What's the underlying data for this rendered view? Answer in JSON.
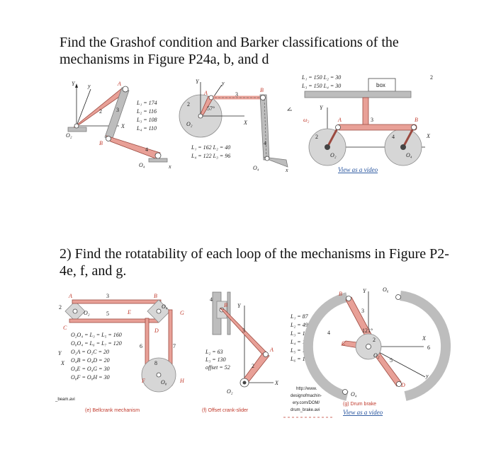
{
  "question1": "Find the Grashof condition and Barker classifications of the mechanisms in Figure P24a, b, and d",
  "question2": "2) Find the rotatability of each loop of the mechanisms in Figure P2-4e, f, and g.",
  "fig_a": {
    "specs": [
      "L₁ = 174",
      "L₂ = 116",
      "L₃ = 108",
      "L₄ = 110"
    ],
    "labels": {
      "O2": "O₂",
      "O4": "O₄",
      "A": "A",
      "B": "B",
      "X": "X",
      "Y": "Y",
      "y": "y",
      "x": "x",
      "n2": "2",
      "n3": "3",
      "n4": "4"
    }
  },
  "fig_b": {
    "specs": [
      "L₁ = 162  L₂ = 40",
      "L₄ = 122  L₃ = 96"
    ],
    "angle": "57°",
    "labels": {
      "O2": "O₂",
      "O4": "O₄",
      "A": "A",
      "B": "B",
      "X": "X",
      "Y": "Y",
      "y": "y",
      "x": "x",
      "n2": "2",
      "n3": "3",
      "n4": "4"
    }
  },
  "fig_d": {
    "specs": [
      "L₁ = 150  L₂ = 30",
      "L₃ = 150  L₄ = 30"
    ],
    "box": "box",
    "omega": "ω₂",
    "page_num": "2",
    "video_link": "View as a video",
    "labels": {
      "O2": "O₂",
      "O4": "O₄",
      "A": "A",
      "B": "B",
      "X": "X",
      "Y": "Y",
      "n2": "2",
      "n3": "3",
      "n4": "4"
    }
  },
  "fig_e": {
    "specs": [
      "O₂O₄ = L₃ = L₅ = 160",
      "O₈O₄ = L₆ = L₇ = 120",
      "O₂A = O₂C = 20",
      "O₄B = O₄D = 20",
      "O₄E = O₄G = 30",
      "O₈F = O₈H = 30"
    ],
    "caption": "(e)  Bellcrank mechanism",
    "file": "_beam.avi",
    "labels": {
      "O2": "O₂",
      "O4": "O₄",
      "O8": "O₈",
      "A": "A",
      "B": "B",
      "C": "C",
      "D": "D",
      "E": "E",
      "F": "F",
      "G": "G",
      "H": "H",
      "X": "X",
      "Y": "Y",
      "n2": "2",
      "n3": "3",
      "n5": "5",
      "n6": "6",
      "n7": "7",
      "n8": "8"
    }
  },
  "fig_f": {
    "specs": [
      "L₂ = 63",
      "L₃ = 130",
      "offset = 52"
    ],
    "caption": "(f)  Offset crank-slider",
    "labels": {
      "O2": "O₂",
      "A": "A",
      "B": "B",
      "X": "X",
      "Y": "Y",
      "n2": "2",
      "n3": "3",
      "n4": "4"
    }
  },
  "fig_g": {
    "specs": [
      "L₁ = 87",
      "L₂ = 49",
      "L₃ = 100",
      "L₄ = 153",
      "L₅ = 100",
      "L₆ = 153"
    ],
    "angle": "121°",
    "url_lines": [
      "http://www.",
      "designofmachin-",
      "ery.com/DOM/",
      "drum_brake.avi"
    ],
    "caption": "(g)  Drum brake",
    "video_link": "View as a video",
    "labels": {
      "O2": "O₂",
      "O4": "O₄",
      "O6": "O₆",
      "B": "B",
      "C": "C",
      "D": "D",
      "X": "X",
      "Y": "Y",
      "y": "y",
      "n2": "2",
      "n3": "3",
      "n4": "4",
      "n5": "5",
      "n6": "6"
    }
  },
  "colors": {
    "link": "#e8a097",
    "ground": "#bdbdbd",
    "caption": "#c0392b",
    "video_link": "#1f4e9b"
  }
}
